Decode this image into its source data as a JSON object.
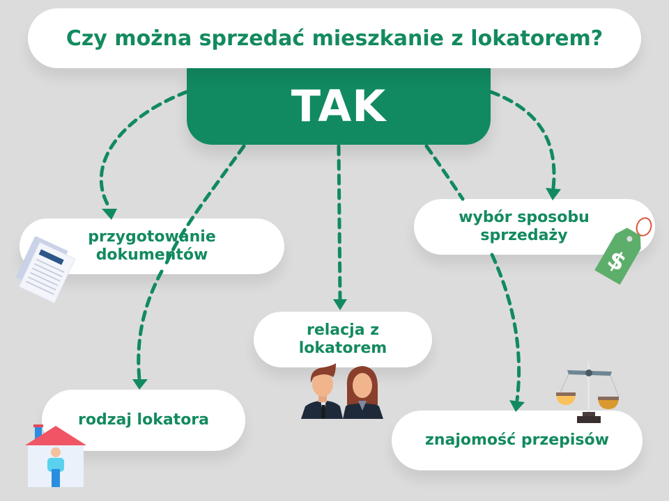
{
  "title": "Czy można sprzedać mieszkanie z lokatorem?",
  "answer": "TAK",
  "nodes": [
    {
      "id": "documents",
      "line1": "przygotowanie",
      "line2": "dokumentów",
      "icon": "documents-icon"
    },
    {
      "id": "sale-method",
      "line1": "wybór sposobu",
      "line2": "sprzedaży",
      "icon": "price-tag-icon"
    },
    {
      "id": "tenant-relation",
      "line1": "relacja z",
      "line2": "lokatorem",
      "icon": "people-icon"
    },
    {
      "id": "tenant-type",
      "line1": "rodzaj lokatora",
      "icon": "house-icon"
    },
    {
      "id": "regulations",
      "line1": "znajomość przepisów",
      "icon": "scales-icon"
    }
  ],
  "colors": {
    "accent": "#118a61",
    "text": "#138a5e",
    "background": "#dcdcdc",
    "card": "#ffffff"
  }
}
